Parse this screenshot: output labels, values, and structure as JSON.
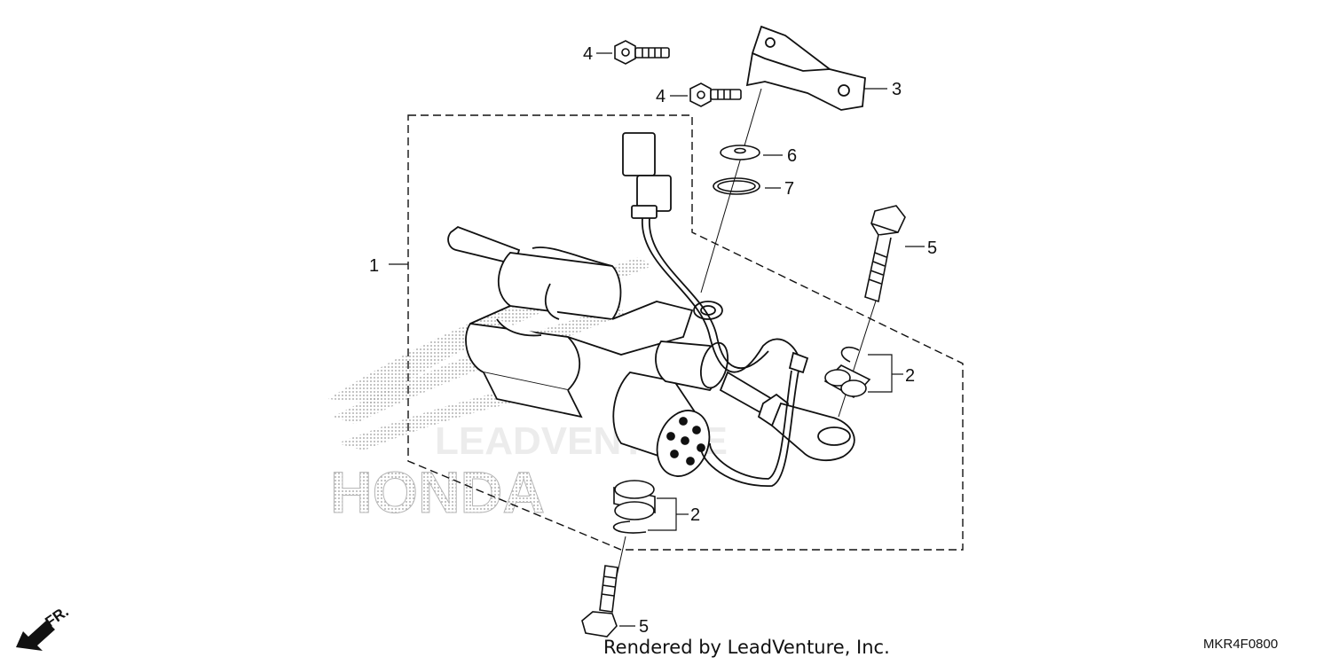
{
  "diagram": {
    "callouts": {
      "c1": "1",
      "c2a": "2",
      "c2b": "2",
      "c3": "3",
      "c4a": "4",
      "c4b": "4",
      "c5a": "5",
      "c5b": "5",
      "c6": "6",
      "c7": "7"
    },
    "watermark_brand": "HONDA",
    "watermark_vendor": "LEADVENTURE",
    "direction_label": "FR."
  },
  "footer": {
    "credit": "Rendered by LeadVenture, Inc.",
    "diagram_code": "MKR4F0800"
  }
}
